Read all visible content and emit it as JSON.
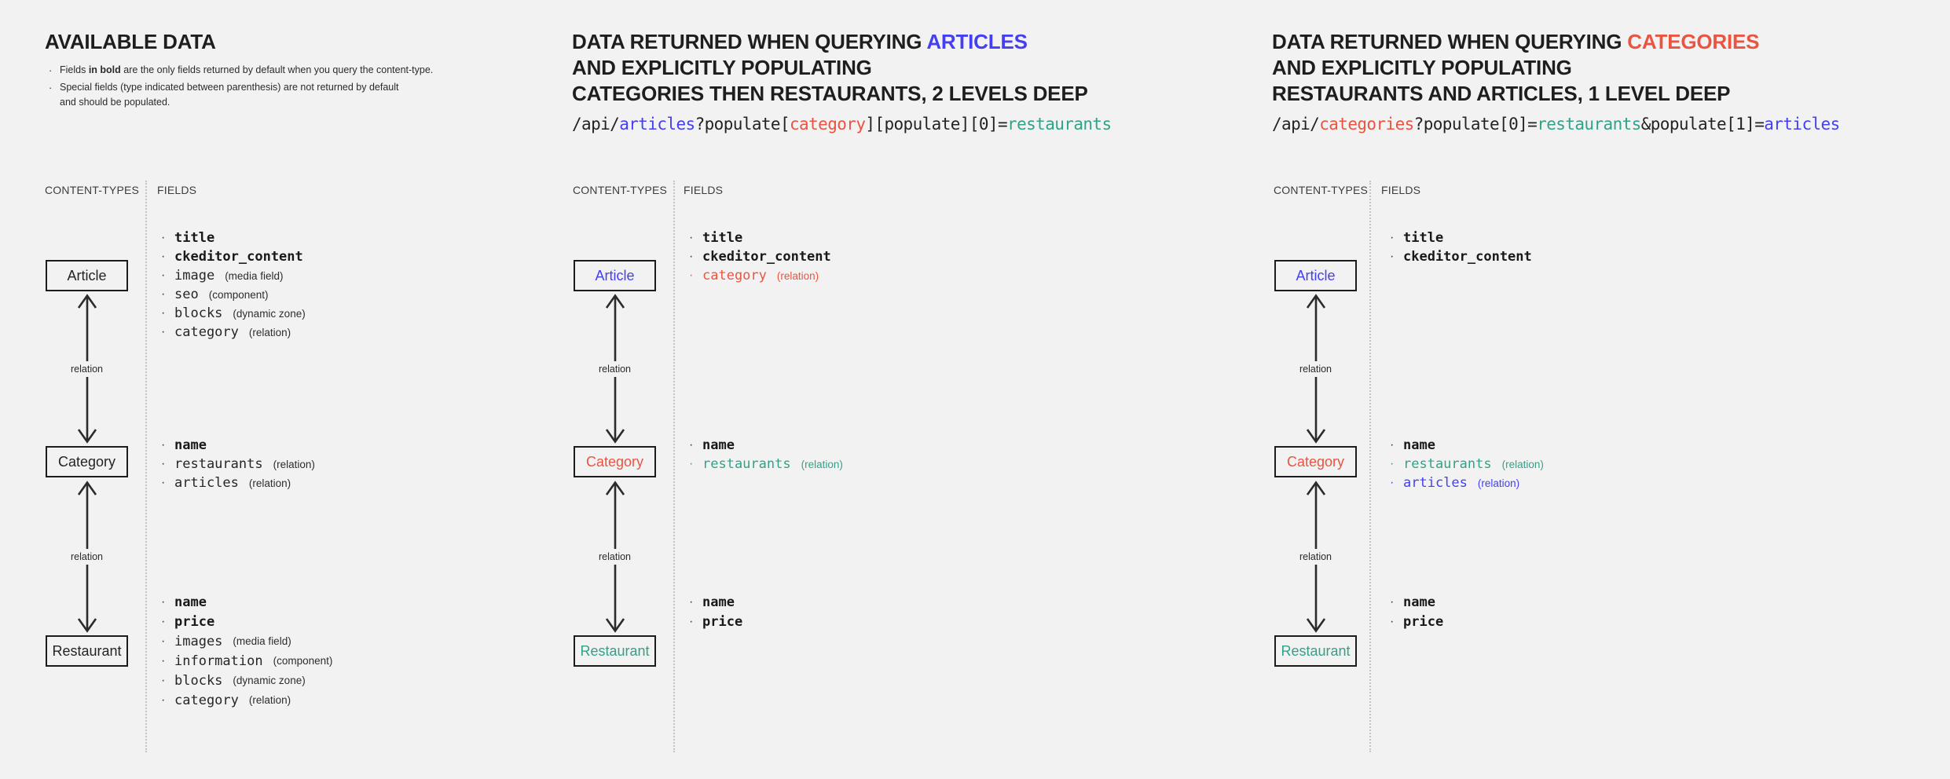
{
  "glyphs": {
    "bullet": "·"
  },
  "colors": {
    "background": "#f2f2f2",
    "text": "#222222",
    "blue": "#4440f2",
    "red": "#ea5441",
    "teal": "#31a287",
    "divider": "#c4c4c4"
  },
  "panels": [
    {
      "id": "available-data",
      "title": {
        "line1_pre": "AVAILABLE DATA",
        "line1_highlight": "",
        "line2": "",
        "line3": ""
      },
      "notes": {
        "n1_pre": "Fields",
        "n1_bold": "in bold",
        "n1_post": "are the only fields returned by default when you query the content-type.",
        "n2_line1": "Special fields (type indicated between parenthesis) are not returned by default",
        "n2_line2": "and should be populated."
      },
      "column_headers": {
        "content_types": "CONTENT-TYPES",
        "fields": "FIELDS"
      },
      "relation_label": "relation",
      "boxes": {
        "article": "Article",
        "category": "Category",
        "restaurant": "Restaurant"
      },
      "box_colors": {
        "article": "dark",
        "category": "dark",
        "restaurant": "dark"
      },
      "fields": {
        "article": [
          {
            "name": "title",
            "bold": true
          },
          {
            "name": "ckeditor_content",
            "bold": true
          },
          {
            "name": "image",
            "bold": false,
            "type": "(media field)"
          },
          {
            "name": "seo",
            "bold": false,
            "type": "(component)"
          },
          {
            "name": "blocks",
            "bold": false,
            "type": "(dynamic zone)"
          },
          {
            "name": "category",
            "bold": false,
            "type": "(relation)"
          }
        ],
        "category": [
          {
            "name": "name",
            "bold": true
          },
          {
            "name": "restaurants",
            "bold": false,
            "type": "(relation)"
          },
          {
            "name": "articles",
            "bold": false,
            "type": "(relation)"
          }
        ],
        "restaurant": [
          {
            "name": "name",
            "bold": true
          },
          {
            "name": "price",
            "bold": true
          },
          {
            "name": "images",
            "bold": false,
            "type": "(media field)"
          },
          {
            "name": "information",
            "bold": false,
            "type": "(component)"
          },
          {
            "name": "blocks",
            "bold": false,
            "type": "(dynamic zone)"
          },
          {
            "name": "category",
            "bold": false,
            "type": "(relation)"
          }
        ]
      }
    },
    {
      "id": "query-articles",
      "title": {
        "line1_pre": "DATA RETURNED WHEN QUERYING ",
        "line1_highlight": "ARTICLES",
        "highlight_color": "#4440f2",
        "line2": "AND EXPLICITLY POPULATING",
        "line3": "CATEGORIES THEN RESTAURANTS, 2 LEVELS DEEP"
      },
      "code": [
        {
          "t": "/api/",
          "c": "dark"
        },
        {
          "t": "articles",
          "c": "blue"
        },
        {
          "t": "?populate[",
          "c": "dark"
        },
        {
          "t": "category",
          "c": "red"
        },
        {
          "t": "][populate][0]=",
          "c": "dark"
        },
        {
          "t": "restaurants",
          "c": "teal"
        }
      ],
      "column_headers": {
        "content_types": "CONTENT-TYPES",
        "fields": "FIELDS"
      },
      "relation_label": "relation",
      "boxes": {
        "article": "Article",
        "category": "Category",
        "restaurant": "Restaurant"
      },
      "box_colors": {
        "article": "blue",
        "category": "red",
        "restaurant": "teal"
      },
      "fields": {
        "article": [
          {
            "name": "title",
            "bold": true
          },
          {
            "name": "ckeditor_content",
            "bold": true
          },
          {
            "name": "category",
            "bold": false,
            "type": "(relation)",
            "color": "red"
          }
        ],
        "category": [
          {
            "name": "name",
            "bold": true
          },
          {
            "name": "restaurants",
            "bold": false,
            "type": "(relation)",
            "color": "teal"
          }
        ],
        "restaurant": [
          {
            "name": "name",
            "bold": true
          },
          {
            "name": "price",
            "bold": true
          }
        ]
      }
    },
    {
      "id": "query-categories",
      "title": {
        "line1_pre": "DATA RETURNED WHEN QUERYING ",
        "line1_highlight": "CATEGORIES",
        "highlight_color": "#ea5441",
        "line2": "AND EXPLICITLY POPULATING",
        "line3": "RESTAURANTS AND ARTICLES, 1 LEVEL DEEP"
      },
      "code": [
        {
          "t": "/api/",
          "c": "dark"
        },
        {
          "t": "categories",
          "c": "red"
        },
        {
          "t": "?populate[0]=",
          "c": "dark"
        },
        {
          "t": "restaurants",
          "c": "teal"
        },
        {
          "t": "&populate[1]=",
          "c": "dark"
        },
        {
          "t": "articles",
          "c": "blue"
        }
      ],
      "column_headers": {
        "content_types": "CONTENT-TYPES",
        "fields": "FIELDS"
      },
      "relation_label": "relation",
      "boxes": {
        "article": "Article",
        "category": "Category",
        "restaurant": "Restaurant"
      },
      "box_colors": {
        "article": "blue",
        "category": "red",
        "restaurant": "teal"
      },
      "fields": {
        "article": [
          {
            "name": "title",
            "bold": true
          },
          {
            "name": "ckeditor_content",
            "bold": true
          }
        ],
        "category": [
          {
            "name": "name",
            "bold": true
          },
          {
            "name": "restaurants",
            "bold": false,
            "type": "(relation)",
            "color": "teal"
          },
          {
            "name": "articles",
            "bold": false,
            "type": "(relation)",
            "color": "blue"
          }
        ],
        "restaurant": [
          {
            "name": "name",
            "bold": true
          },
          {
            "name": "price",
            "bold": true
          }
        ]
      }
    }
  ]
}
